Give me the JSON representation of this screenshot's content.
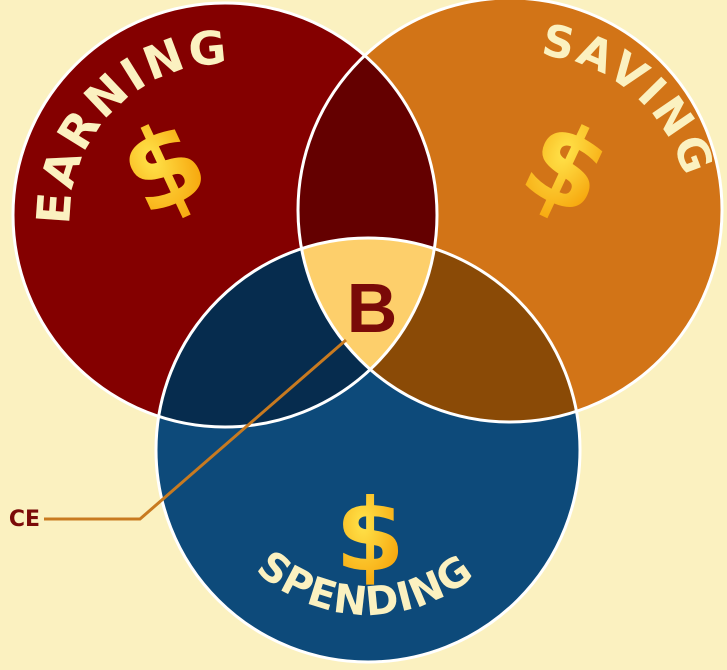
{
  "circles": {
    "earning": {
      "label": "EARNING",
      "symbol": "$"
    },
    "saving": {
      "label": "SAVING",
      "symbol": "$"
    },
    "spending": {
      "label": "SPENDING",
      "symbol": "$"
    }
  },
  "center": {
    "label": "B"
  },
  "callout": {
    "text": "CE"
  },
  "colors": {
    "background": "#fbf1c0",
    "earning": "#840000",
    "saving": "#d27417",
    "spending": "#0d4a7a",
    "earning_saving": "#640000",
    "earning_spending": "#062c4e",
    "saving_spending": "#8a4a06",
    "center": "#fdcf6b",
    "center_text": "#7a0a08",
    "callout_line": "#c87a20",
    "label_text": "#fbf1c0",
    "dollar": "#f7b200"
  }
}
